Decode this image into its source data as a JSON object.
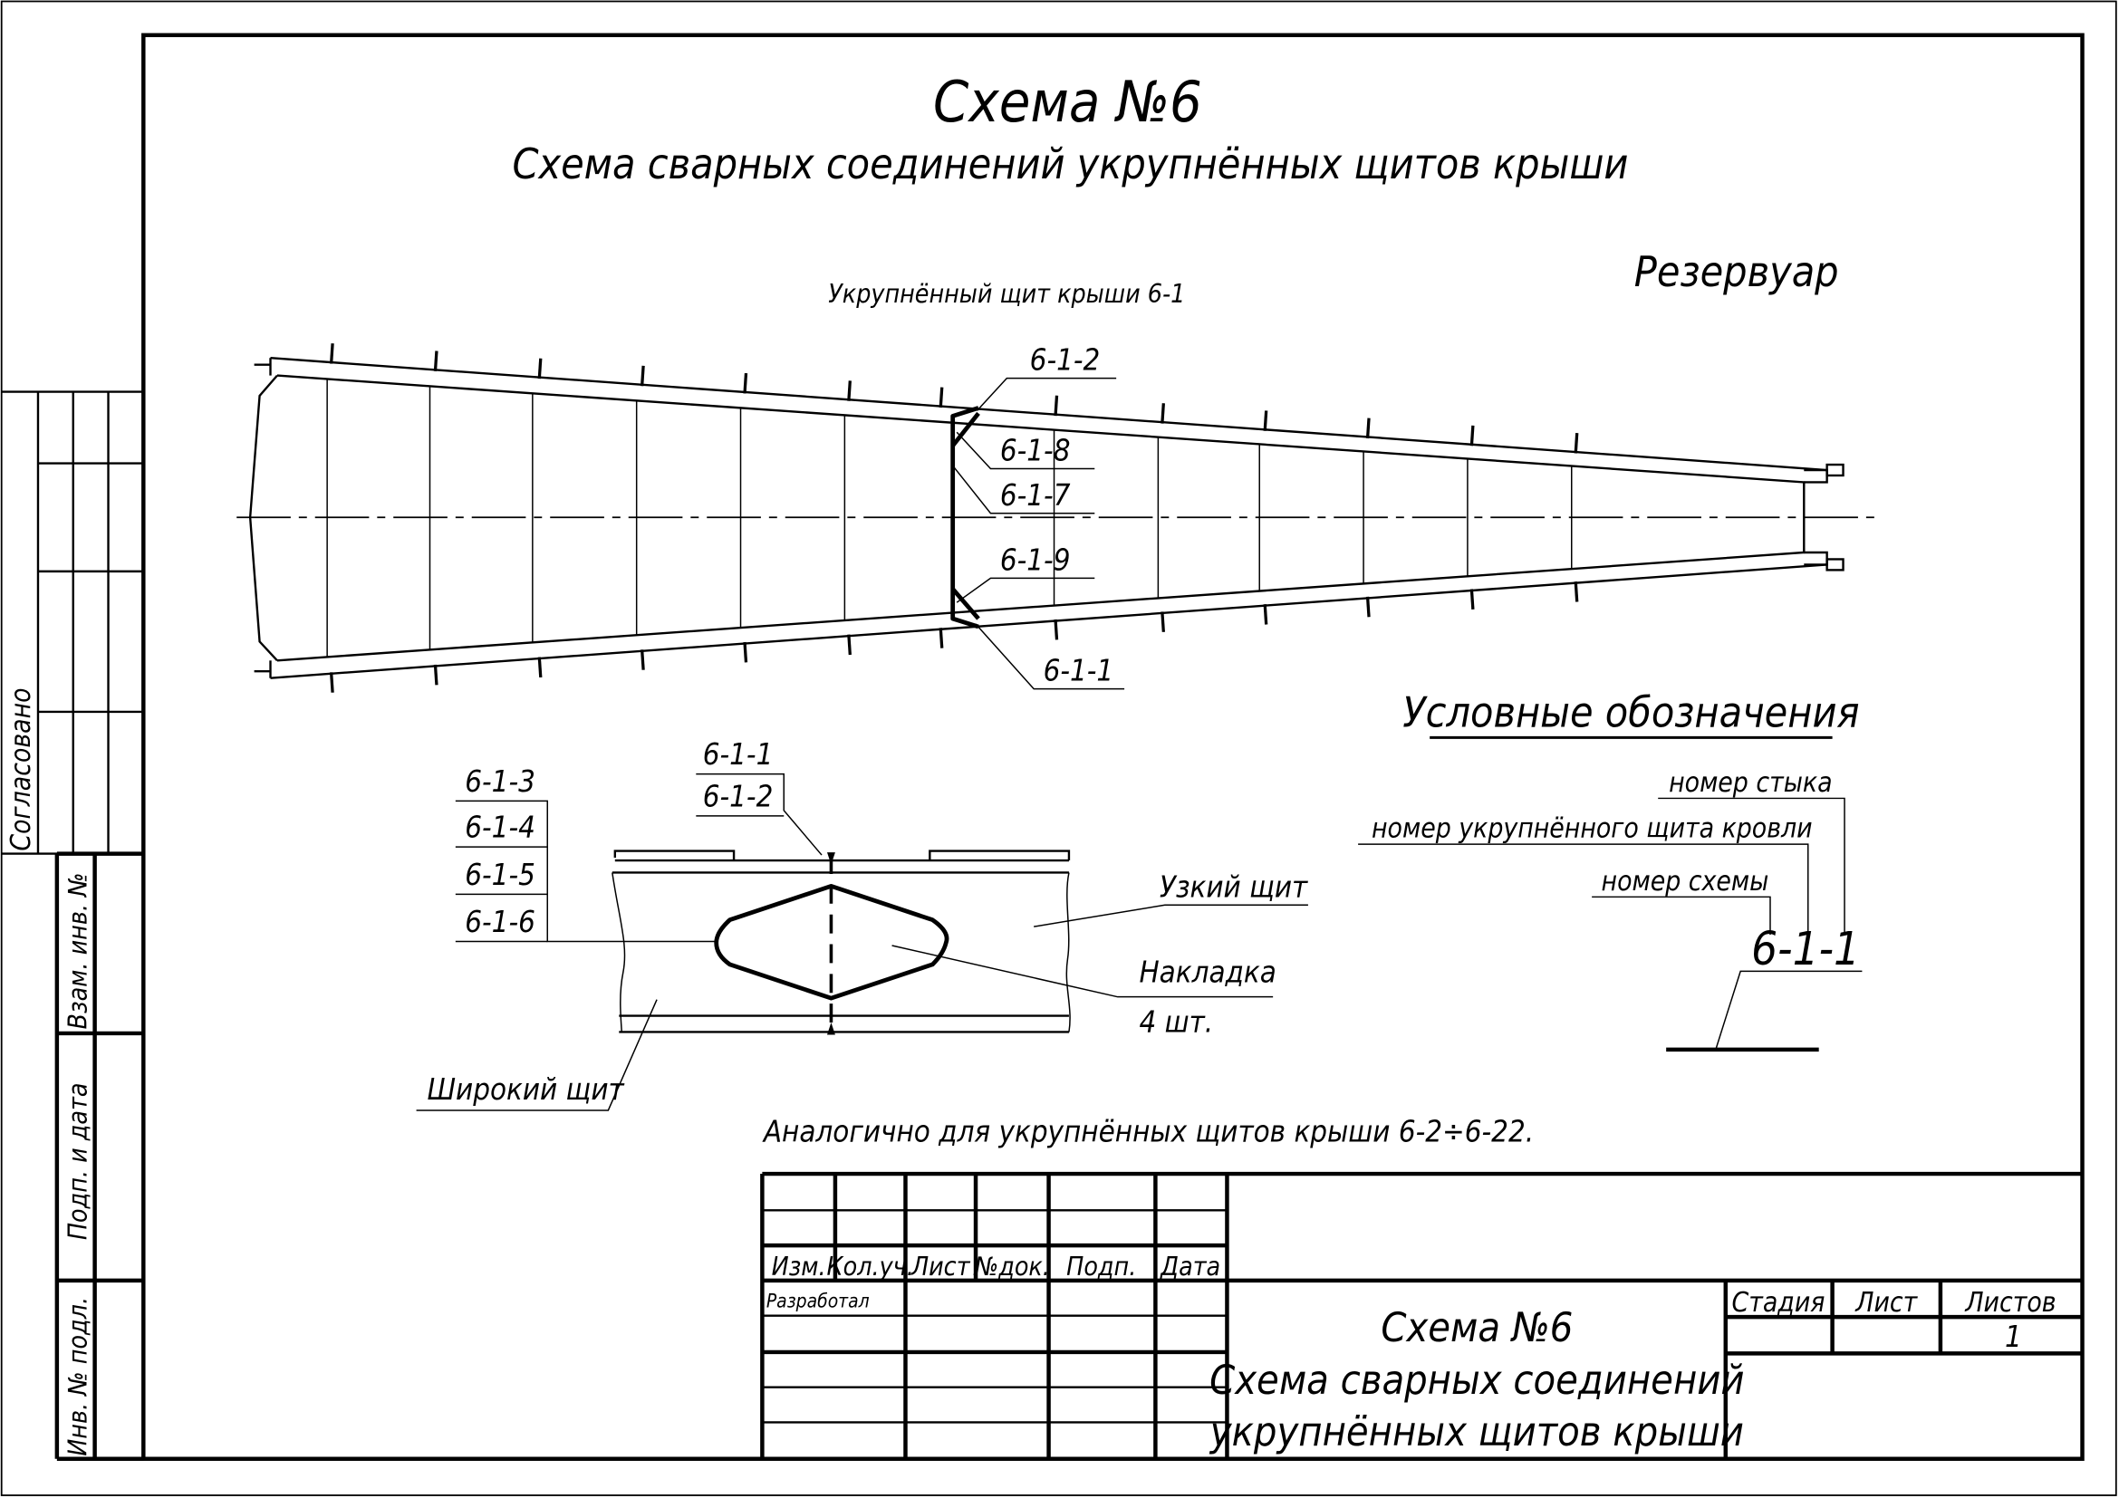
{
  "drawing": {
    "title": "Схема №6",
    "subtitle": "Схема сварных соединений укрупнённых щитов крыши",
    "shield_label": "Укрупнённый щит крыши 6-1",
    "reservoir_label": "Резервуар",
    "joint_labels": {
      "top": "6-1-2",
      "upper_corner": "6-1-8",
      "middle": "6-1-7",
      "lower_corner": "6-1-9",
      "bottom": "6-1-1"
    },
    "detail": {
      "weld_top_labels": [
        "6-1-1",
        "6-1-2"
      ],
      "overlay_labels": [
        "6-1-3",
        "6-1-4",
        "6-1-5",
        "6-1-6"
      ],
      "narrow_shield": "Узкий щит",
      "overlay": "Накладка",
      "overlay_count": "4 шт.",
      "wide_shield": "Широкий щит"
    },
    "note": "Аналогично для укрупнённых щитов крыши 6-2÷6-22."
  },
  "legend": {
    "title": "Условные обозначения",
    "joint_number": "номер стыка",
    "shield_number": "номер укрупнённого щита кровли",
    "scheme_number": "номер схемы",
    "example": "6-1-1"
  },
  "left_strip": {
    "agreed": "Согласовано",
    "replace_inv": "Взам. инв. №",
    "sign_date": "Подп. и дата",
    "inv_original": "Инв. № подл."
  },
  "title_block": {
    "columns": [
      "Изм.",
      "Кол.уч.",
      "Лист",
      "№док.",
      "Подп.",
      "Дата"
    ],
    "developed": "Разработал",
    "name_line1": "Схема №6",
    "name_line2": "Схема сварных соединений",
    "name_line3": "укрупнённых щитов крыши",
    "stage_header": "Стадия",
    "sheet_header": "Лист",
    "sheets_header": "Листов",
    "stage_value": "",
    "sheet_value": "",
    "sheets_value": "1"
  }
}
